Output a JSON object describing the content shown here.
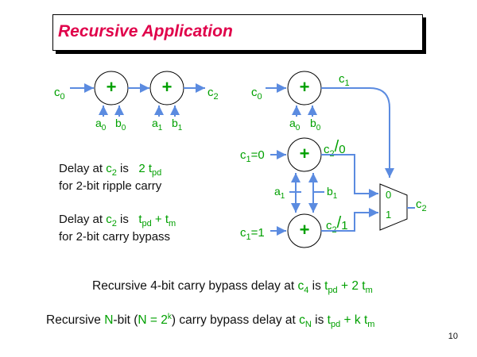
{
  "slide": {
    "title": "Recursive Application",
    "page_number": "10"
  },
  "left_chain": {
    "carry_in": "c0",
    "carry_out": "c2",
    "adder_symbol": "+",
    "inputs": [
      "a0",
      "b0",
      "a1",
      "b1"
    ]
  },
  "right_circuit": {
    "top_carry_in": "c0",
    "top_carry_out": "c1",
    "top_inputs": [
      "a0",
      "b0"
    ],
    "mid_carry_in": "c1=0",
    "mid_output": "c2/0",
    "bot_carry_in": "c1=1",
    "bot_output": "c2/1",
    "inputs_a": "a1",
    "inputs_b": "b1",
    "mux_in0": "0",
    "mux_in1": "1",
    "mux_out": "c2"
  },
  "delays": {
    "ripple_prefix": "Delay at ",
    "ripple_sig": "c2",
    "ripple_mid": " is ",
    "ripple_value": "2 tpd",
    "ripple_desc": "for 2-bit ripple carry",
    "bypass_prefix": "Delay at ",
    "bypass_sig": "c2",
    "bypass_mid": " is ",
    "bypass_value": "tpd + tm",
    "bypass_desc": "for 2-bit carry bypass"
  },
  "recursion": {
    "line1": "Recursive 4-bit carry bypass delay at c4 is tpd + 2 tm",
    "line2": "Recursive N-bit (N = 2k) carry bypass delay at cN is tpd + k tm"
  },
  "colors": {
    "accent_green": "#00a000",
    "title_red": "#e0004a",
    "wire_blue": "#5b8be0",
    "node_fill": "#ffffff"
  }
}
